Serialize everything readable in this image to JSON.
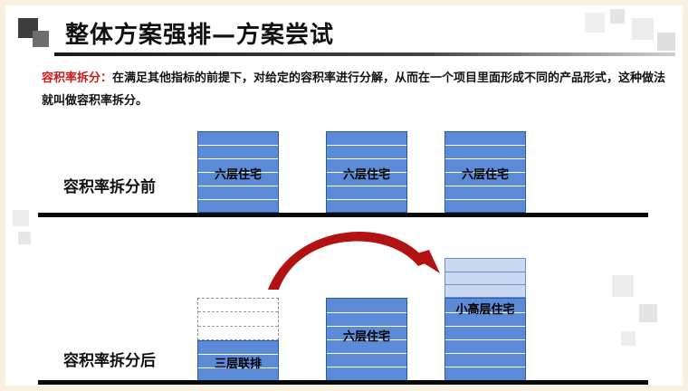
{
  "title": "整体方案强排—方案尝试",
  "description": {
    "key": "容积率拆分：",
    "text": "在满足其他指标的前提下，对给定的容积率进行分解，从而在一个项目里面形成不同的产品形式，这种做法就叫做容积率拆分。"
  },
  "before": {
    "label": "容积率拆分前",
    "buildings": [
      {
        "label": "六层住宅",
        "floors": 6
      },
      {
        "label": "六层住宅",
        "floors": 6
      },
      {
        "label": "六层住宅",
        "floors": 6
      }
    ]
  },
  "after": {
    "label": "容积率拆分后",
    "buildings": [
      {
        "label": "三层联排",
        "floors": 3,
        "removed_floors": 3
      },
      {
        "label": "六层住宅",
        "floors": 6
      },
      {
        "label": "小高层住宅",
        "floors": 9,
        "added_floors": 3
      }
    ]
  },
  "colors": {
    "building": "#5b8ad6",
    "added": "#c9d9f1",
    "arrow": "#b31212",
    "key": "#cc1a1a"
  }
}
